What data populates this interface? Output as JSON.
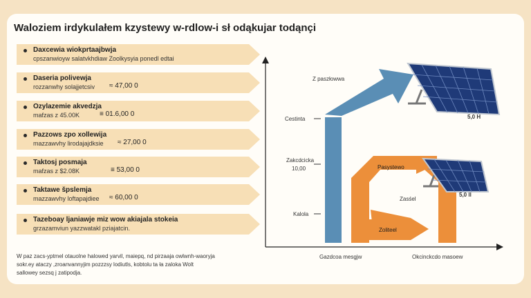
{
  "title": "Waloziem irdykulałem kzystewy w-rdlow-i sł odąkujar todąnçi",
  "items": [
    {
      "title": "Daxcewia wiokprtaajbwja",
      "subtitle": "cpszanwioyw salatvkhdiaw Zoolkysyia ponedl edtai",
      "value": ""
    },
    {
      "title": "Daseria polivewja",
      "subtitle": "rozzanwhy solajjetcsiv",
      "value": "≈ 47,00 0"
    },
    {
      "title": "Ozylazemie akvedzja",
      "subtitle": "mafzas z 45.00K",
      "value": "≡ 01.6,00 0"
    },
    {
      "title": "Pazzows zpo xollewija",
      "subtitle": "mazzawvhy lirodajajdksie",
      "value": "≈ 27,00 0"
    },
    {
      "title": "Taktosj posmaja",
      "subtitle": "mafzas z $2.08K",
      "value": "≡ 53,00 0"
    },
    {
      "title": "Taktawe špslemja",
      "subtitle": "mazzawvhy loftapajdiee",
      "value": "≈ 60,00 0"
    },
    {
      "title": "Tazeboay ljaniawje miz wow akiajala stokeia",
      "subtitle": "grzazamviun yazzwatakl pziajatcin.",
      "value": ""
    }
  ],
  "footer": [
    "W paz zacs-yptmel otauolne halowed yarvil,  maiepq, nd pirzaaja owlwnh-waoryja",
    "sokr.ey ataczy ,zroanvannyjim pozzzsy lodiutls, kobtolu ta ła zaloka Wolt",
    "sallowey sezsq j zatipodja."
  ],
  "diagram": {
    "y_labels": [
      "Cestinta",
      "Zakcdcicka",
      "10,00",
      "Kalola"
    ],
    "x_labels": [
      "Gazdcoa mesgjw",
      "Okcinckcdo masoew"
    ],
    "blue_arrow_label": "Z paszłowwa",
    "orange_top_label": "Pasystewo",
    "orange_mid_label": "Zasśel",
    "orange_bottom_label": "Zoliteel",
    "panel_top_label": "5,0 H",
    "panel_mid_label": "5,0 ll"
  },
  "colors": {
    "background": "#f6e3c4",
    "pill": "#f7dfb6",
    "blue": "#5a8eb5",
    "orange": "#ec8f3a",
    "panel": "#1f3a78"
  }
}
